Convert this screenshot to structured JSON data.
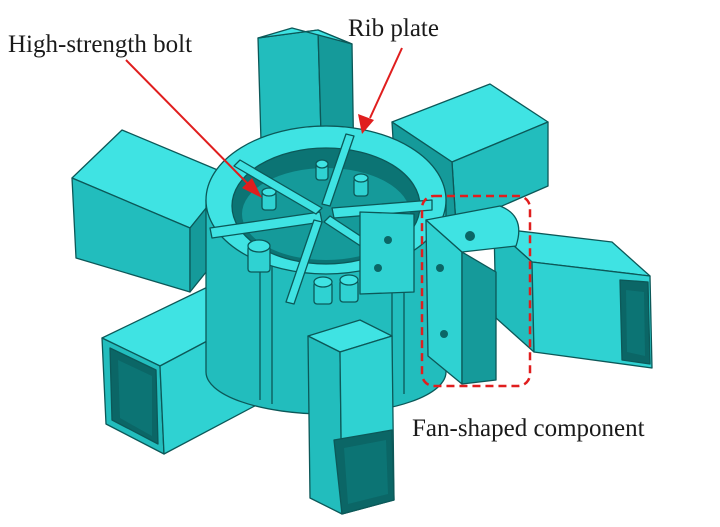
{
  "figure": {
    "background_color": "#ffffff",
    "model_color": "#2fd2d2",
    "annotation_color": "#e01e1e"
  },
  "labels": {
    "bolt": "High-strength bolt",
    "rib": "Rib plate",
    "fan": "Fan-shaped component"
  }
}
